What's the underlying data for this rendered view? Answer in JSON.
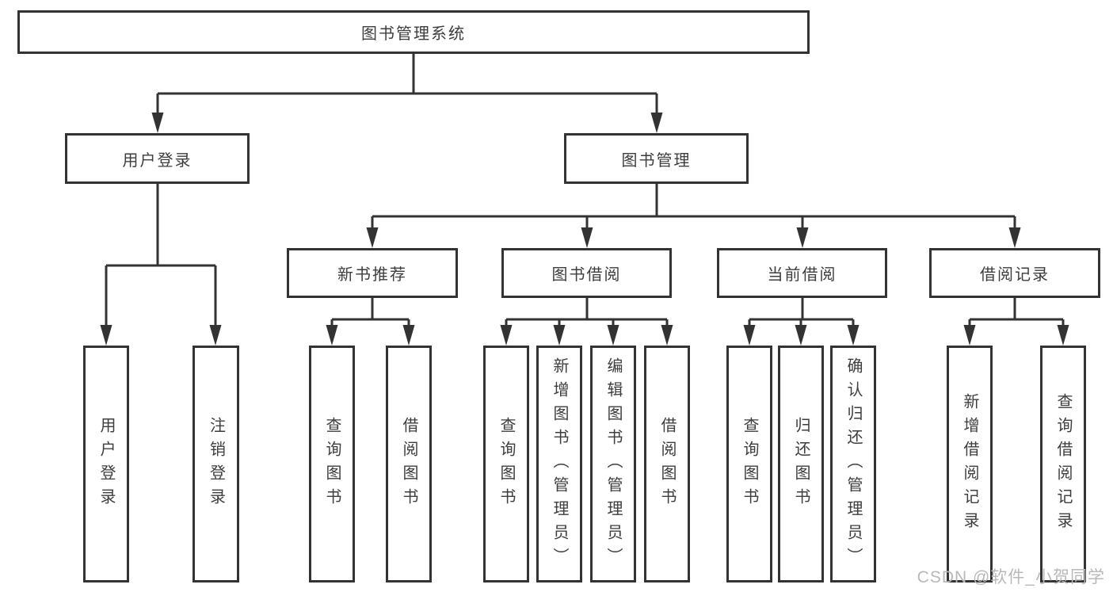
{
  "diagram": {
    "root": {
      "label": "图书管理系统"
    },
    "branches": [
      {
        "label": "用户登录",
        "children": [
          {
            "label": "用户登录"
          },
          {
            "label": "注销登录"
          }
        ]
      },
      {
        "label": "图书管理",
        "children": [
          {
            "label": "新书推荐",
            "children": [
              {
                "label": "查询图书"
              },
              {
                "label": "借阅图书"
              }
            ]
          },
          {
            "label": "图书借阅",
            "children": [
              {
                "label": "查询图书"
              },
              {
                "label": "新增图书（管理员）"
              },
              {
                "label": "编辑图书（管理员）"
              },
              {
                "label": "借阅图书"
              }
            ]
          },
          {
            "label": "当前借阅",
            "children": [
              {
                "label": "查询图书"
              },
              {
                "label": "归还图书"
              },
              {
                "label": "确认归还（管理员）"
              }
            ]
          },
          {
            "label": "借阅记录",
            "children": [
              {
                "label": "新增借阅记录"
              },
              {
                "label": "查询借阅记录"
              }
            ]
          }
        ]
      }
    ]
  },
  "watermark": {
    "text": "CSDN @软件_小贺同学",
    "color": "#b8b8b8"
  },
  "colors": {
    "line": "#333333",
    "box_border": "#333333",
    "box_background": "#ffffff",
    "label_text": "#3d3d3d",
    "page_background": "#ffffff"
  }
}
